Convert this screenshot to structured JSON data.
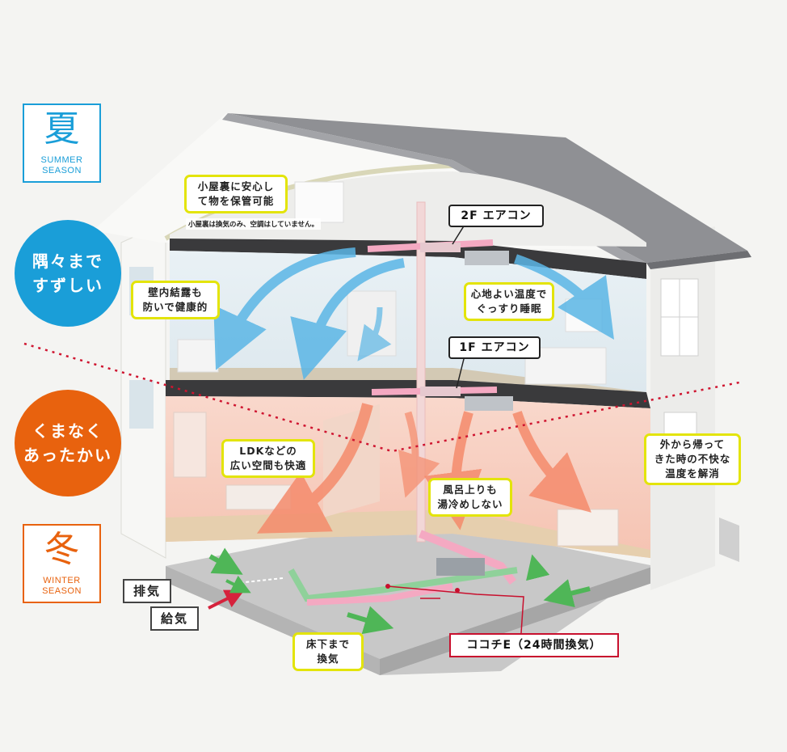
{
  "colors": {
    "summer": "#1a9ed8",
    "winter": "#e8620e",
    "callout_border": "#e3e40a",
    "dotted_line": "#cf1530",
    "cool_arrow": "#5bb6e6",
    "warm_arrow": "#f58b6c",
    "vent_arrow": "#4fb657"
  },
  "summer": {
    "kanji": "夏",
    "en_line1": "SUMMER",
    "en_line2": "SEASON",
    "slogan_line1": "隅々まで",
    "slogan_line2": "すずしい"
  },
  "winter": {
    "kanji": "冬",
    "en_line1": "WINTER",
    "en_line2": "SEASON",
    "slogan_line1": "くまなく",
    "slogan_line2": "あったかい"
  },
  "callouts": {
    "attic": {
      "line1": "小屋裏に安心し",
      "line2": "て物を保管可能"
    },
    "attic_note": "小屋裏は換気のみ、空調はしていません。",
    "wall": {
      "line1": "壁内結露も",
      "line2": "防いで健康的"
    },
    "sleep": {
      "line1": "心地よい温度で",
      "line2": "ぐっすり睡眠"
    },
    "ldk": {
      "line1": "LDKなどの",
      "line2": "広い空間も快適"
    },
    "bath": {
      "line1": "風呂上りも",
      "line2": "湯冷めしない"
    },
    "outside": {
      "line1": "外から帰って",
      "line2": "きた時の不快な",
      "line3": "温度を解消"
    },
    "underfloor": {
      "line1": "床下まで",
      "line2": "換気"
    }
  },
  "labels": {
    "ac_2f": "2F エアコン",
    "ac_1f": "1F エアコン",
    "exhaust": "排気",
    "supply": "給気",
    "kokochi": "ココチE（24時間換気）"
  }
}
